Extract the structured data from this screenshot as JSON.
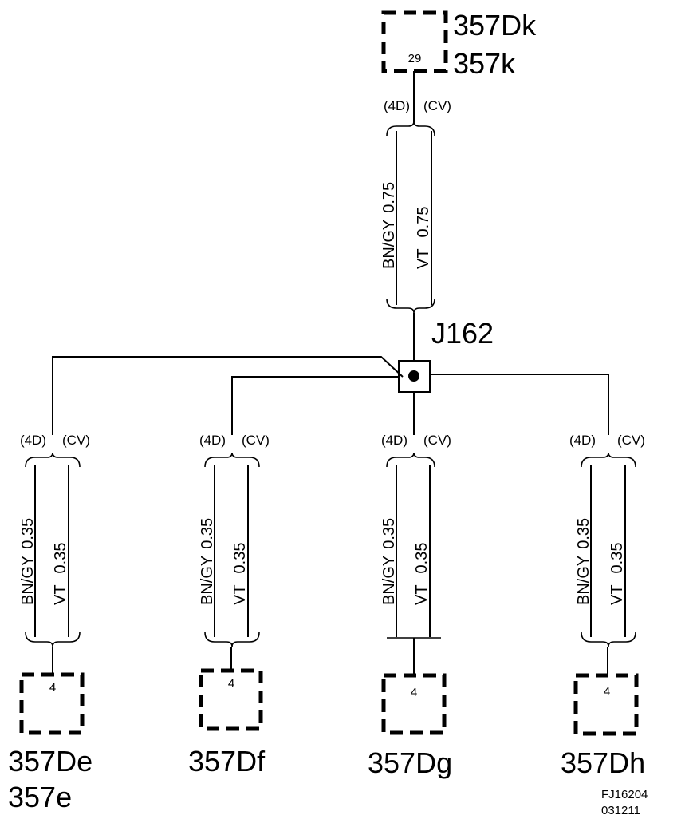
{
  "top_connector": {
    "labels": [
      "357Dk",
      "357k"
    ],
    "pin": "29",
    "variants": {
      "left": "(4D)",
      "right": "(CV)"
    },
    "wires": [
      {
        "color": "BN/GY",
        "size": "0.75"
      },
      {
        "color": "VT",
        "size": "0.75"
      }
    ]
  },
  "junction": {
    "label": "J162"
  },
  "branches": [
    {
      "labels": [
        "357De",
        "357e"
      ],
      "pin": "4",
      "variants": {
        "left": "(4D)",
        "right": "(CV)"
      },
      "wires": [
        {
          "color": "BN/GY",
          "size": "0.35"
        },
        {
          "color": "VT",
          "size": "0.35"
        }
      ]
    },
    {
      "labels": [
        "357Df"
      ],
      "pin": "4",
      "variants": {
        "left": "(4D)",
        "right": "(CV)"
      },
      "wires": [
        {
          "color": "BN/GY",
          "size": "0.35"
        },
        {
          "color": "VT",
          "size": "0.35"
        }
      ]
    },
    {
      "labels": [
        "357Dg"
      ],
      "pin": "4",
      "variants": {
        "left": "(4D)",
        "right": "(CV)"
      },
      "wires": [
        {
          "color": "BN/GY",
          "size": "0.35"
        },
        {
          "color": "VT",
          "size": "0.35"
        }
      ]
    },
    {
      "labels": [
        "357Dh"
      ],
      "pin": "4",
      "variants": {
        "left": "(4D)",
        "right": "(CV)"
      },
      "wires": [
        {
          "color": "BN/GY",
          "size": "0.35"
        },
        {
          "color": "VT",
          "size": "0.35"
        }
      ]
    }
  ],
  "figure_code": [
    "FJ16204",
    "031211"
  ]
}
